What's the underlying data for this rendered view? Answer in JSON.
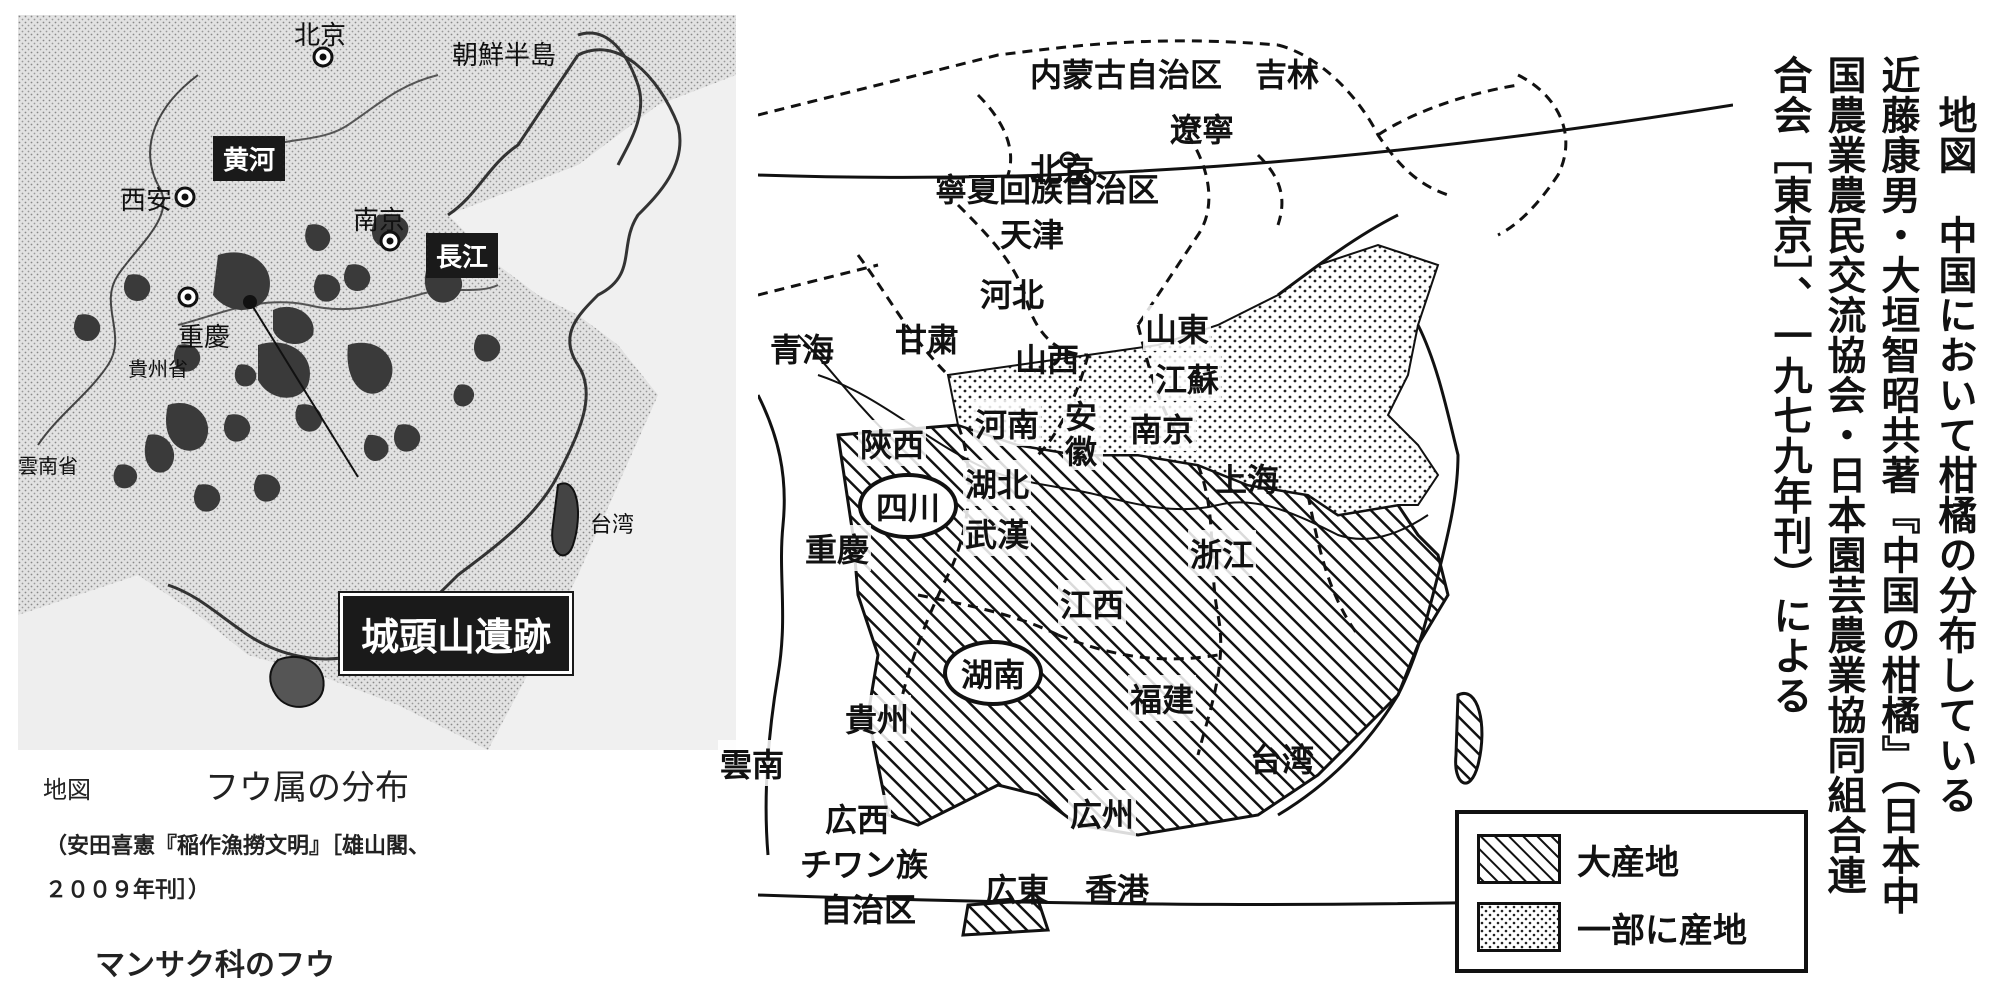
{
  "left_map": {
    "labels": {
      "beijing": "北京",
      "korea": "朝鮮半島",
      "yellow_river": "黄河",
      "xian": "西安",
      "nanjing": "南京",
      "yangtze": "長江",
      "chongqing": "重慶",
      "guizhou": "貴州省",
      "yunnan": "雲南省",
      "taiwan": "台湾",
      "site": "城頭山遺跡"
    },
    "caption": {
      "prefix": "地図",
      "title": "フウ属の分布",
      "source_line1": "（安田喜憲『稲作漁撈文明』［雄山閣、",
      "source_line2": "２００９年刊］）",
      "note": "マンサク科のフウ"
    }
  },
  "right_map": {
    "labels": {
      "inner_mongolia": "内蒙古自治区",
      "jilin": "吉林",
      "liaoning": "遼寧",
      "ningxia": "寧夏回族自治区",
      "beijing": "北京",
      "tianjin": "天津",
      "hebei": "河北",
      "qinghai": "青海",
      "gansu": "甘粛",
      "shanxi": "山西",
      "shandong": "山東",
      "jiangsu": "江蘇",
      "shaanxi": "陝西",
      "henan": "河南",
      "anhui": "安徽",
      "nanjing": "南京",
      "shanghai": "上海",
      "sichuan": "四川",
      "hubei": "湖北",
      "chongqing": "重慶",
      "wuhan": "武漢",
      "zhejiang": "浙江",
      "jiangxi": "江西",
      "hunan": "湖南",
      "fujian": "福建",
      "guizhou": "貴州",
      "yunnan": "雲南",
      "taiwan": "台湾",
      "guangxi1": "広西",
      "guangxi2": "チワン族",
      "guangxi3": "自治区",
      "guangzhou": "広州",
      "guangdong": "広東",
      "hongkong": "香港"
    },
    "legend": {
      "major": "大産地",
      "partial": "一部に産地"
    }
  },
  "caption": {
    "lines": [
      "地図　中国において柑橘の分布している",
      "近藤康男・大垣智昭共著『中国の柑橘』（日本中",
      "国農業農民交流協会・日本園芸農業協同組合連",
      "合会［東京］、一九七九年刊）による"
    ]
  }
}
